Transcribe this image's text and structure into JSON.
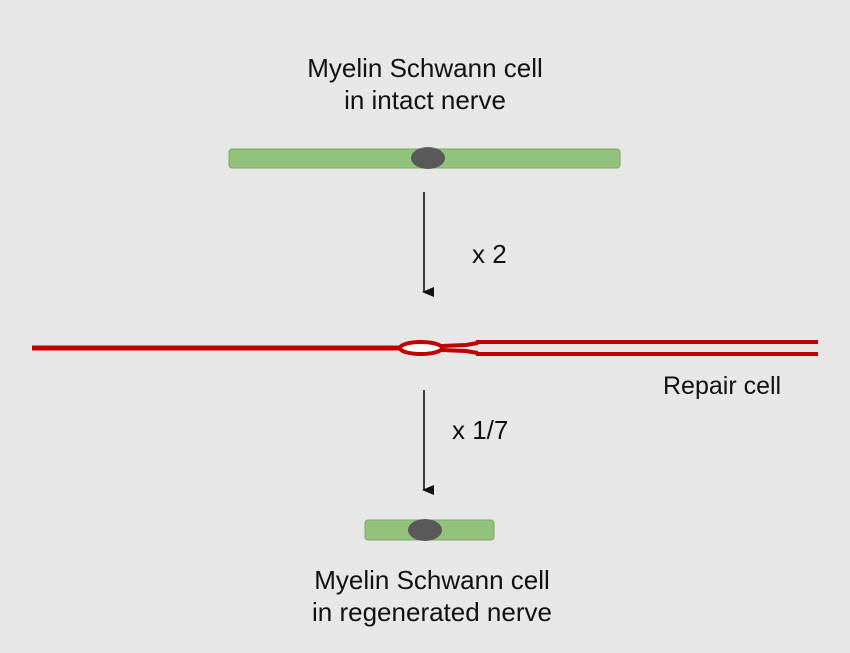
{
  "labels": {
    "top_line1": "Myelin Schwann cell",
    "top_line2": "in intact nerve",
    "bottom_line1": "Myelin Schwann cell",
    "bottom_line2": "in regenerated nerve",
    "repair_cell": "Repair cell",
    "factor_top": "x 2",
    "factor_bottom": "x 1/7"
  },
  "colors": {
    "background": "#e7e7e7",
    "myelin_cell": "#93c27a",
    "nucleus": "#595959",
    "repair_cell": "#c00000",
    "arrow": "#111111"
  }
}
